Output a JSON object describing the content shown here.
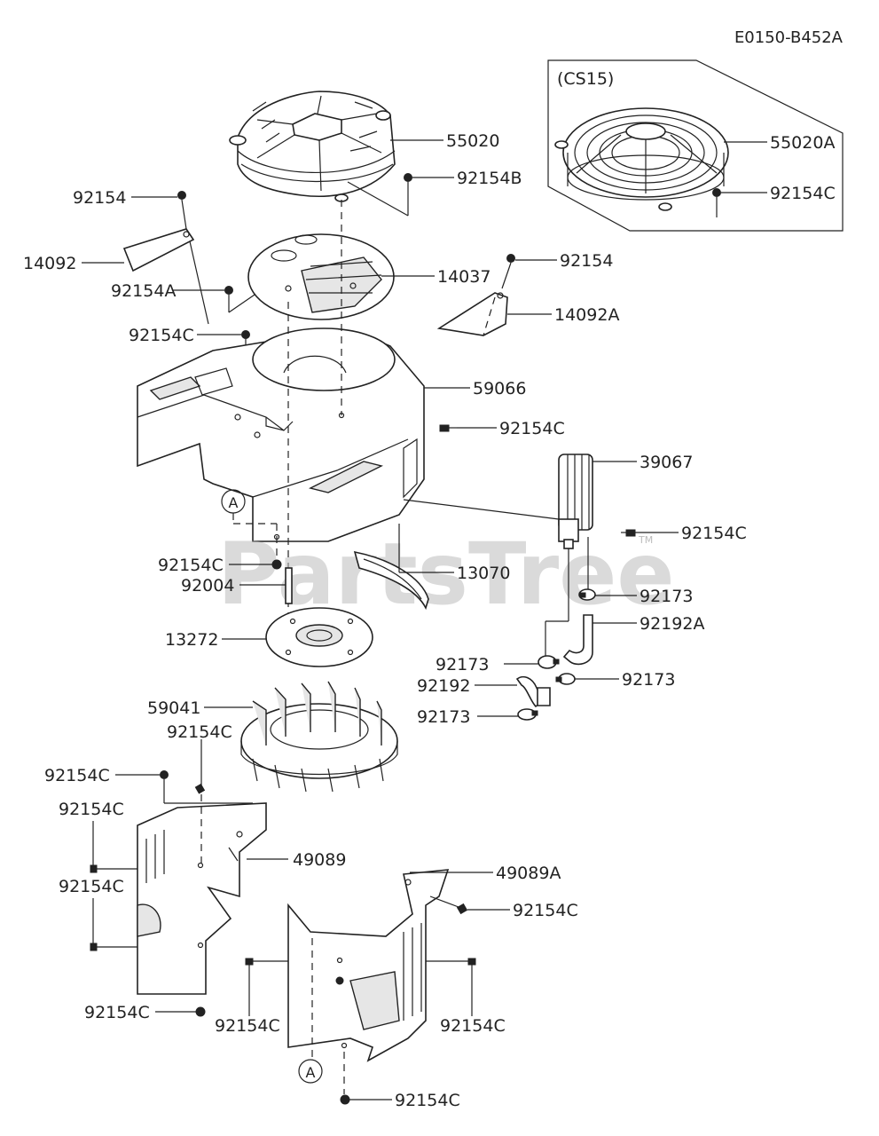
{
  "diagram_code": "E0150-B452A",
  "inset_title": "(CS15)",
  "watermark": "PartsTree",
  "watermark_tm": "TM",
  "ref_marker": "A",
  "parts": {
    "p55020": "55020",
    "p92154B": "92154B",
    "p92154_top": "92154",
    "p14092": "14092",
    "p92154A": "92154A",
    "p14037": "14037",
    "p92154_right": "92154",
    "p14092A": "14092A",
    "p92154C_a": "92154C",
    "p59066": "59066",
    "p92154C_b": "92154C",
    "p39067": "39067",
    "p92154C_c": "92154C",
    "p92154C_d": "92154C",
    "p92004": "92004",
    "p13070": "13070",
    "p92173_a": "92173",
    "p92192A": "92192A",
    "p13272": "13272",
    "p92173_b": "92173",
    "p92173_c": "92173",
    "p92192": "92192",
    "p92173_d": "92173",
    "p59041": "59041",
    "p92154C_e": "92154C",
    "p92154C_f": "92154C",
    "p92154C_g": "92154C",
    "p49089": "49089",
    "p92154C_h": "92154C",
    "p49089A": "49089A",
    "p92154C_i": "92154C",
    "p92154C_j": "92154C",
    "p92154C_k": "92154C",
    "p92154C_l": "92154C",
    "p92154C_m": "92154C",
    "p55020A": "55020A",
    "p92154C_inset": "92154C"
  }
}
